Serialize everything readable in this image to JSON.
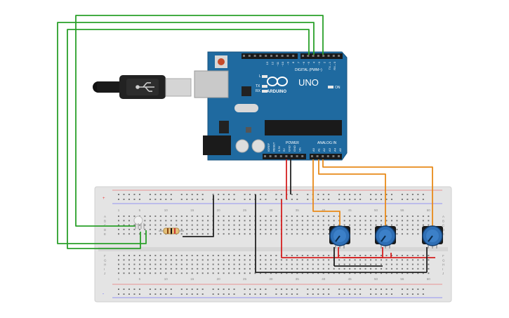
{
  "arduino": {
    "model": "UNO",
    "brand": "ARDUINO",
    "digital_header_label": "DIGITAL (PWM~)",
    "power_label": "POWER",
    "analog_label": "ANALOG IN",
    "on_label": "ON",
    "led_l": "L",
    "led_tx": "TX",
    "led_rx": "RX",
    "aref": "AREF",
    "gnd": "GND",
    "digital_pins": [
      "13",
      "12",
      "~11",
      "~10",
      "~9",
      "8",
      "7",
      "~6",
      "~5",
      "4",
      "~3",
      "2",
      "TX→1",
      "RX←0"
    ],
    "power_pins": [
      "IOREF",
      "RESET",
      "3.3V",
      "5V",
      "GND",
      "GND",
      "Vin"
    ],
    "analog_pins": [
      "A0",
      "A1",
      "A2",
      "A3",
      "A4",
      "A5"
    ],
    "board_color": "#1f6aa0"
  },
  "breadboard": {
    "column_numbers": [
      "1",
      "5",
      "10",
      "15",
      "20",
      "25",
      "30",
      "35",
      "40",
      "45",
      "50",
      "55",
      "60"
    ],
    "row_letters_top": [
      "A",
      "B",
      "C",
      "D",
      "E"
    ],
    "row_letters_bottom": [
      "F",
      "G",
      "H",
      "I",
      "J"
    ],
    "rail_plus": "+",
    "rail_minus": "-"
  },
  "wire_colors": {
    "green": "#2aa02a",
    "red": "#d42020",
    "black": "#222222",
    "orange": "#e88a1a"
  }
}
